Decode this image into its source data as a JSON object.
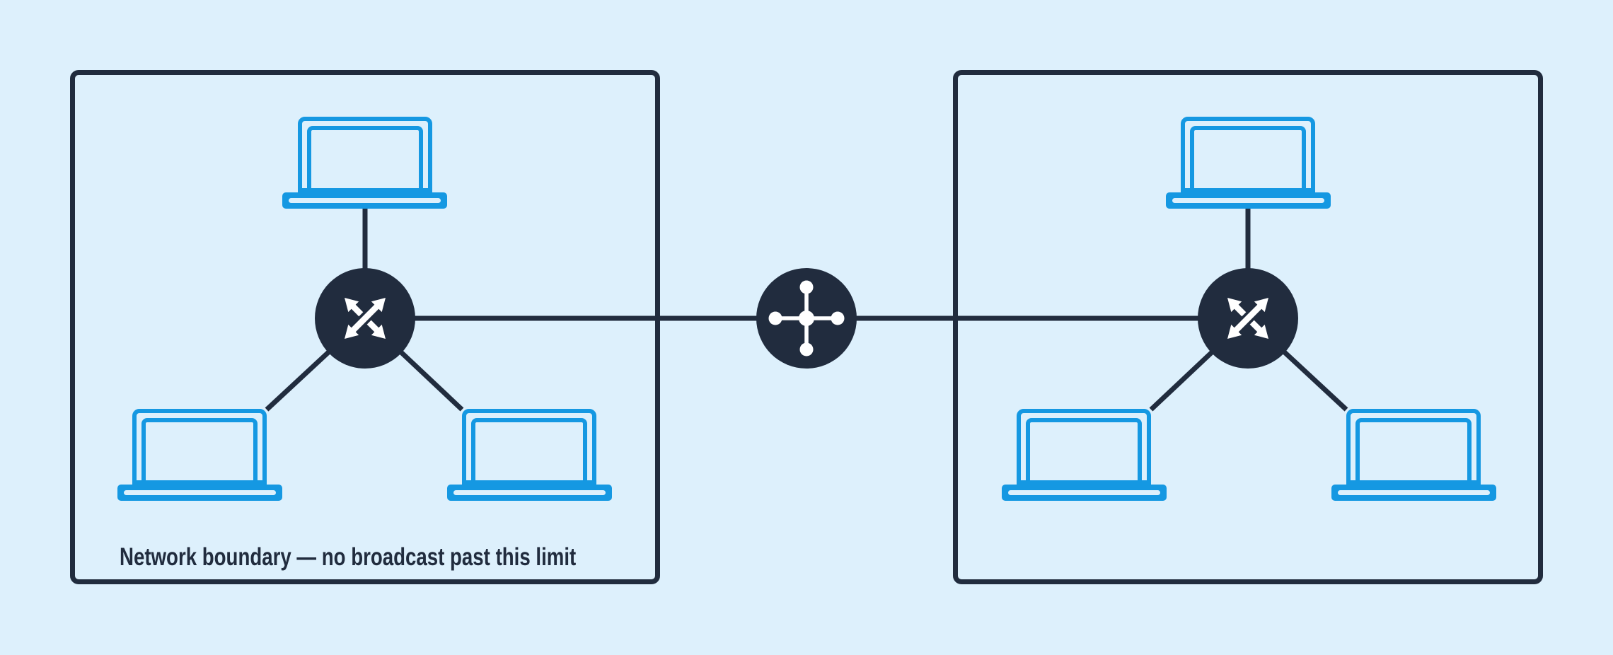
{
  "colors": {
    "background": "#ddf0fc",
    "device_blue": "#1598e2",
    "dark_navy": "#212c3e",
    "glyph_white": "#ffffff"
  },
  "left_network": {
    "label": "Network boundary — no broadcast past this limit",
    "devices": [
      "laptop",
      "laptop",
      "laptop"
    ],
    "hub": "switch"
  },
  "right_network": {
    "devices": [
      "laptop",
      "laptop",
      "laptop"
    ],
    "hub": "switch"
  },
  "interconnect": {
    "device": "router"
  },
  "icons": {
    "switch": "crossed-arrows-switch-icon",
    "router": "hub-cross-dots-router-icon",
    "laptop": "laptop-icon"
  }
}
